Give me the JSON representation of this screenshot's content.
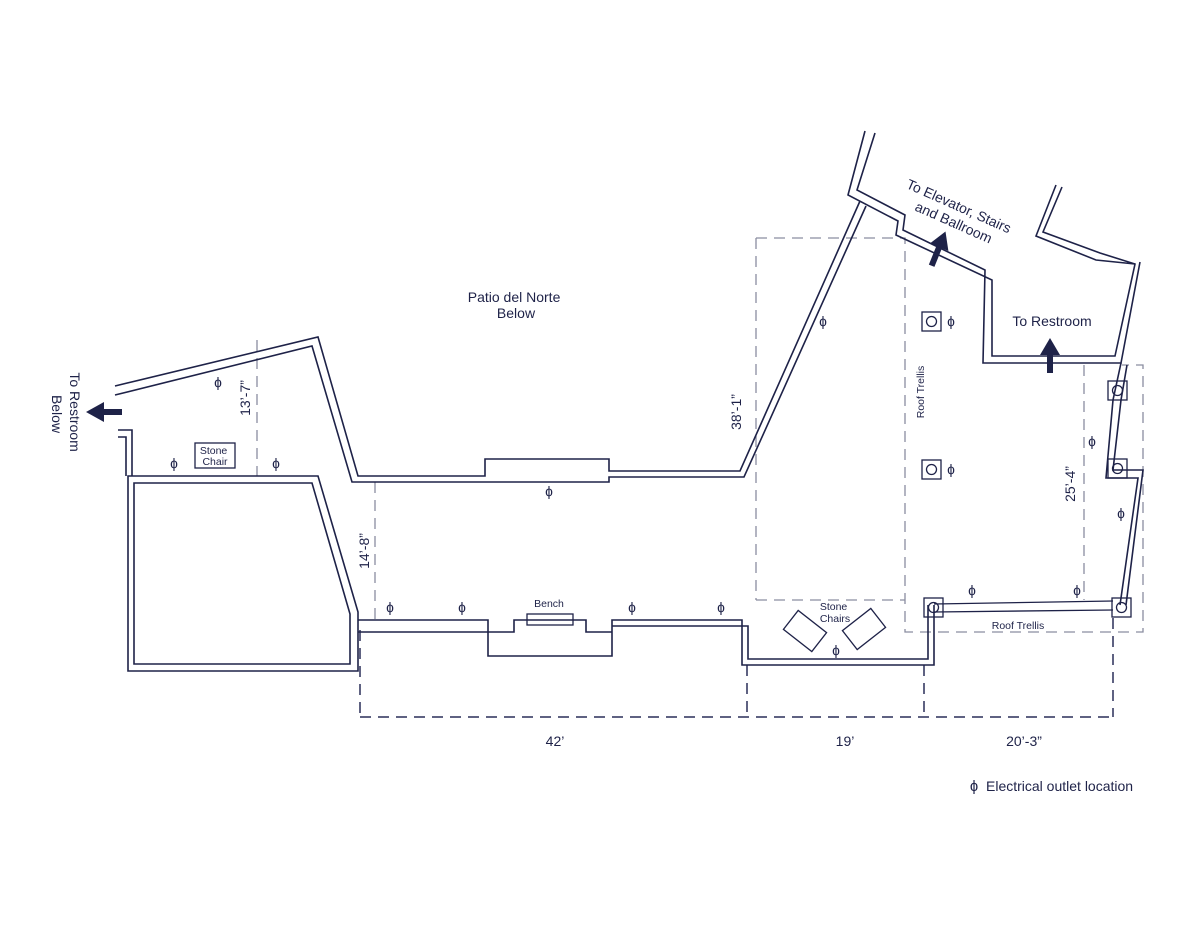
{
  "labels": {
    "patio": [
      "Patio del Norte",
      "Below"
    ],
    "restroom_below": [
      "To Restroom",
      "Below"
    ],
    "elevator": [
      "To Elevator, Stairs",
      "and Ballroom"
    ],
    "restroom": "To Restroom",
    "stone_chair": [
      "Stone",
      "Chair"
    ],
    "stone_chairs": [
      "Stone",
      "Chairs"
    ],
    "bench": "Bench",
    "roof_trellis_vertical": "Roof Trellis",
    "roof_trellis_horizontal": "Roof Trellis"
  },
  "dimensions": {
    "d1": "13’-7”",
    "d2": "14’-8”",
    "d3": "38’-1”",
    "d4": "25’-4”",
    "bottom_a": "42’",
    "bottom_b": "19’",
    "bottom_c": "20’-3”"
  },
  "legend": {
    "symbol": "ɸ",
    "text": "Electrical outlet location"
  },
  "outlet_symbol": "ɸ"
}
